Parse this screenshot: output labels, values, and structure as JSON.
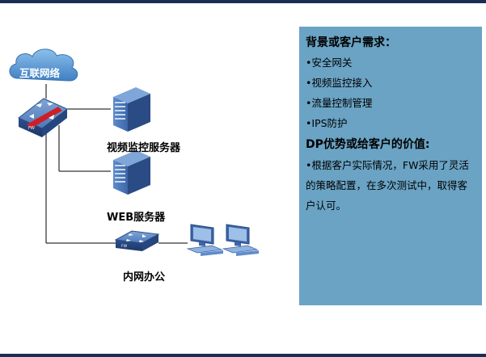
{
  "diagram": {
    "internet_label": "互联网络",
    "video_server_label": "视频监控服务器",
    "web_server_label": "WEB服务器",
    "office_label": "内网办公",
    "firewall_tag": "FW",
    "switch_tag": "FW"
  },
  "panel": {
    "needs_title": "背景或客户需求：",
    "needs": [
      "•安全网关",
      "•视频监控接入",
      "•流量控制管理",
      "•IPS防护"
    ],
    "value_title": "DP优势或给客户的价值:",
    "value_text": "•根据客户实际情况，FW采用了灵活的策略配置，在多次测试中，取得客户认可。"
  },
  "colors": {
    "frame": "#1b2d52",
    "panel_bg": "#6aa3c4",
    "cloud": "#5b97d1",
    "device": "#4b73b3",
    "firewall_bar": "#cc1f26"
  }
}
